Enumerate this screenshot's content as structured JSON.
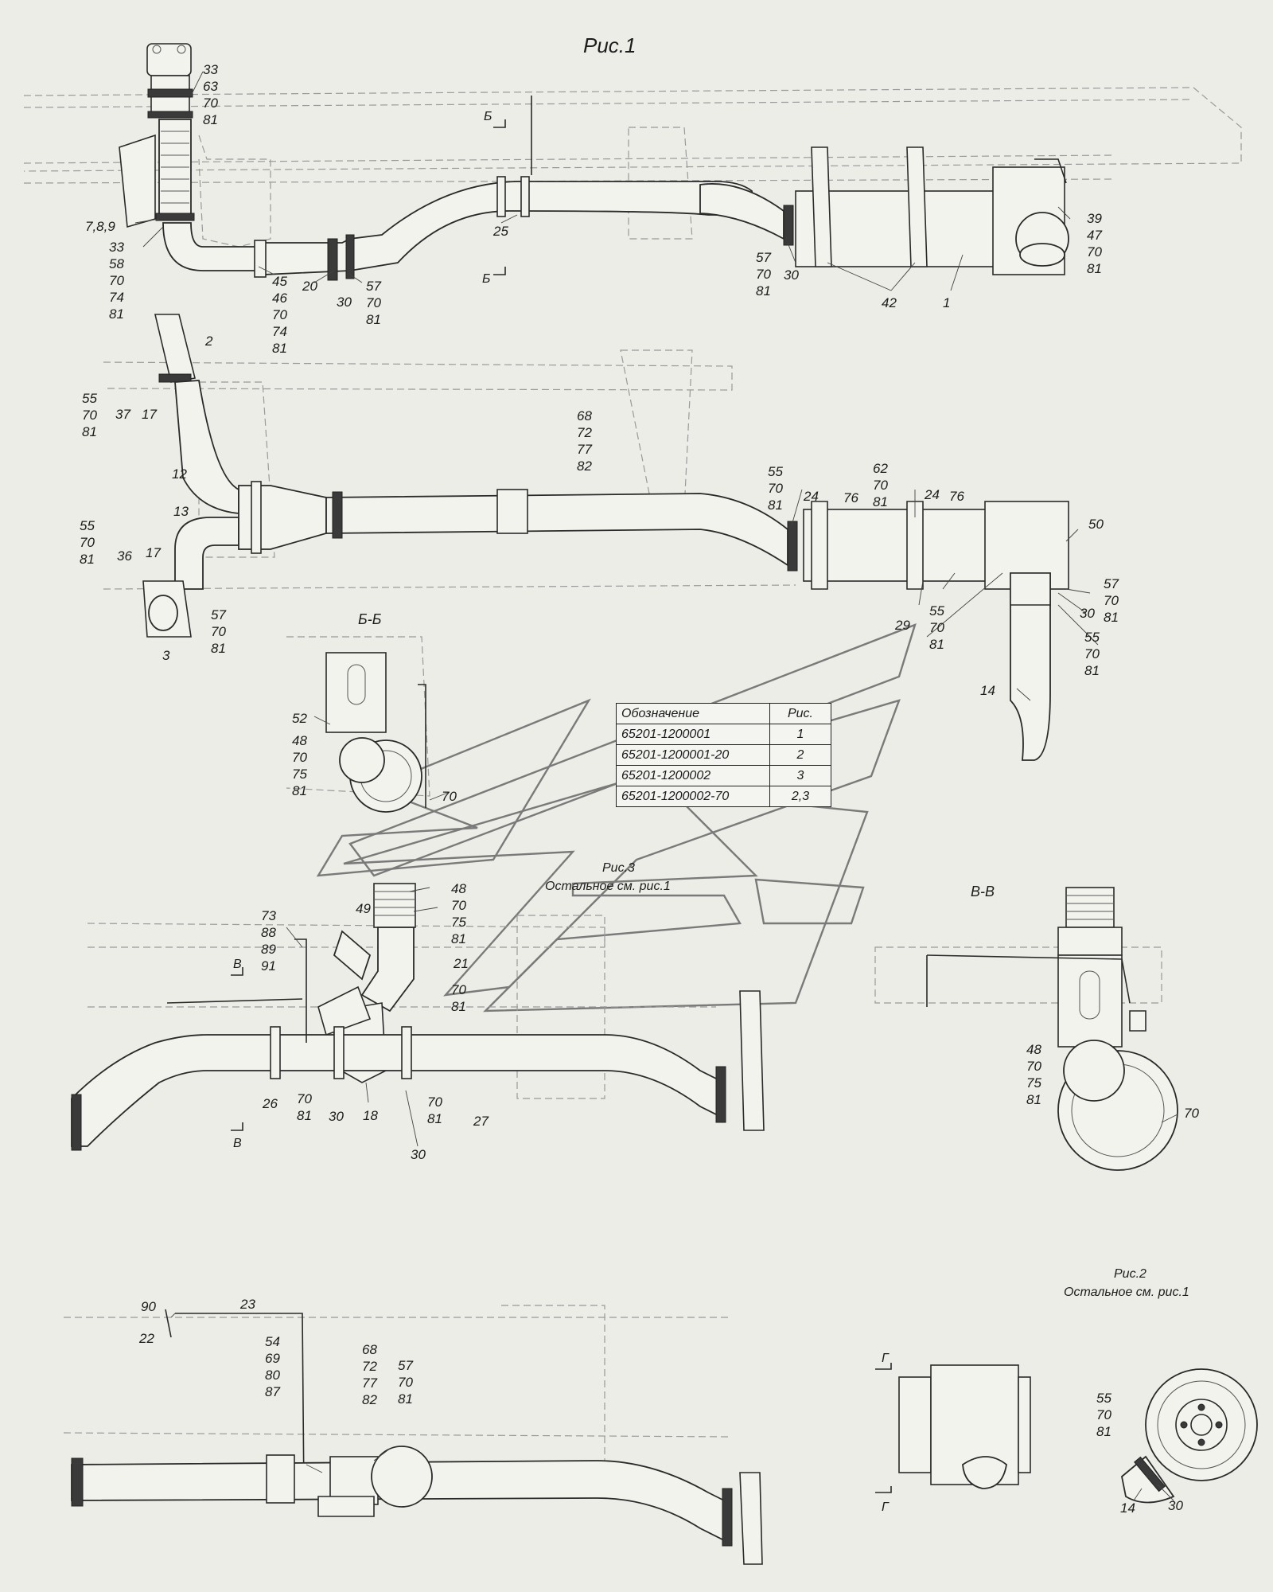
{
  "titles": {
    "fig1": "Рис.1",
    "fig3": "Рис.3",
    "fig3_note": "Остальное см. рис.1",
    "fig2": "Рис.2",
    "fig2_note": "Остальное см. рис.1",
    "section_bb": "Б-Б",
    "section_vv": "В-В",
    "mark_b": "Б",
    "mark_v": "В",
    "mark_g": "Г"
  },
  "table": {
    "headers": [
      "Обозначение",
      "Рис."
    ],
    "rows": [
      [
        "65201-1200001",
        "1"
      ],
      [
        "65201-1200001-20",
        "2"
      ],
      [
        "65201-1200002",
        "3"
      ],
      [
        "65201-1200002-70",
        "2,3"
      ]
    ]
  },
  "callouts": {
    "c01": "33\n63\n70\n81",
    "c02": "7,8,9",
    "c03": "33\n58\n70\n74\n81",
    "c04": "45\n46\n70\n74\n81",
    "c05": "20",
    "c06": "30",
    "c07": "57\n70\n81",
    "c08": "25",
    "c09": "57\n70\n81",
    "c10": "30",
    "c11": "42",
    "c12": "1",
    "c13": "39\n47\n70\n81",
    "c14": "2",
    "c15": "55\n70\n81",
    "c16": "37",
    "c17": "17",
    "c18": "12",
    "c19": "13",
    "c20": "68\n72\n77\n82",
    "c21": "55\n70\n81",
    "c22": "24",
    "c23": "76",
    "c24": "62\n70\n81",
    "c25": "24",
    "c26": "76",
    "c27": "50",
    "c28": "55\n70\n81",
    "c29": "36",
    "c30": "17",
    "c31": "57\n70\n81",
    "c32": "3",
    "c33": "29",
    "c34": "55\n70\n81",
    "c35": "57\n70\n81",
    "c36": "30",
    "c37": "55\n70\n81",
    "c38": "14",
    "c39": "52",
    "c40": "48\n70\n75\n81",
    "c41": "70",
    "c42": "49",
    "c43": "48\n70\n75\n81",
    "c44": "21",
    "c45": "70\n81",
    "c46": "73\n88\n89\n91",
    "c47": "26",
    "c48": "70\n81",
    "c49": "30",
    "c50": "18",
    "c51": "70\n81",
    "c52": "27",
    "c53": "30",
    "c54": "48\n70\n75\n81",
    "c55": "70",
    "c56": "90",
    "c57": "23",
    "c58": "22",
    "c59": "54\n69\n80\n87",
    "c60": "68\n72\n77\n82",
    "c61": "57\n70\n81",
    "c62": "55\n70\n81",
    "c63": "14",
    "c64": "30"
  }
}
